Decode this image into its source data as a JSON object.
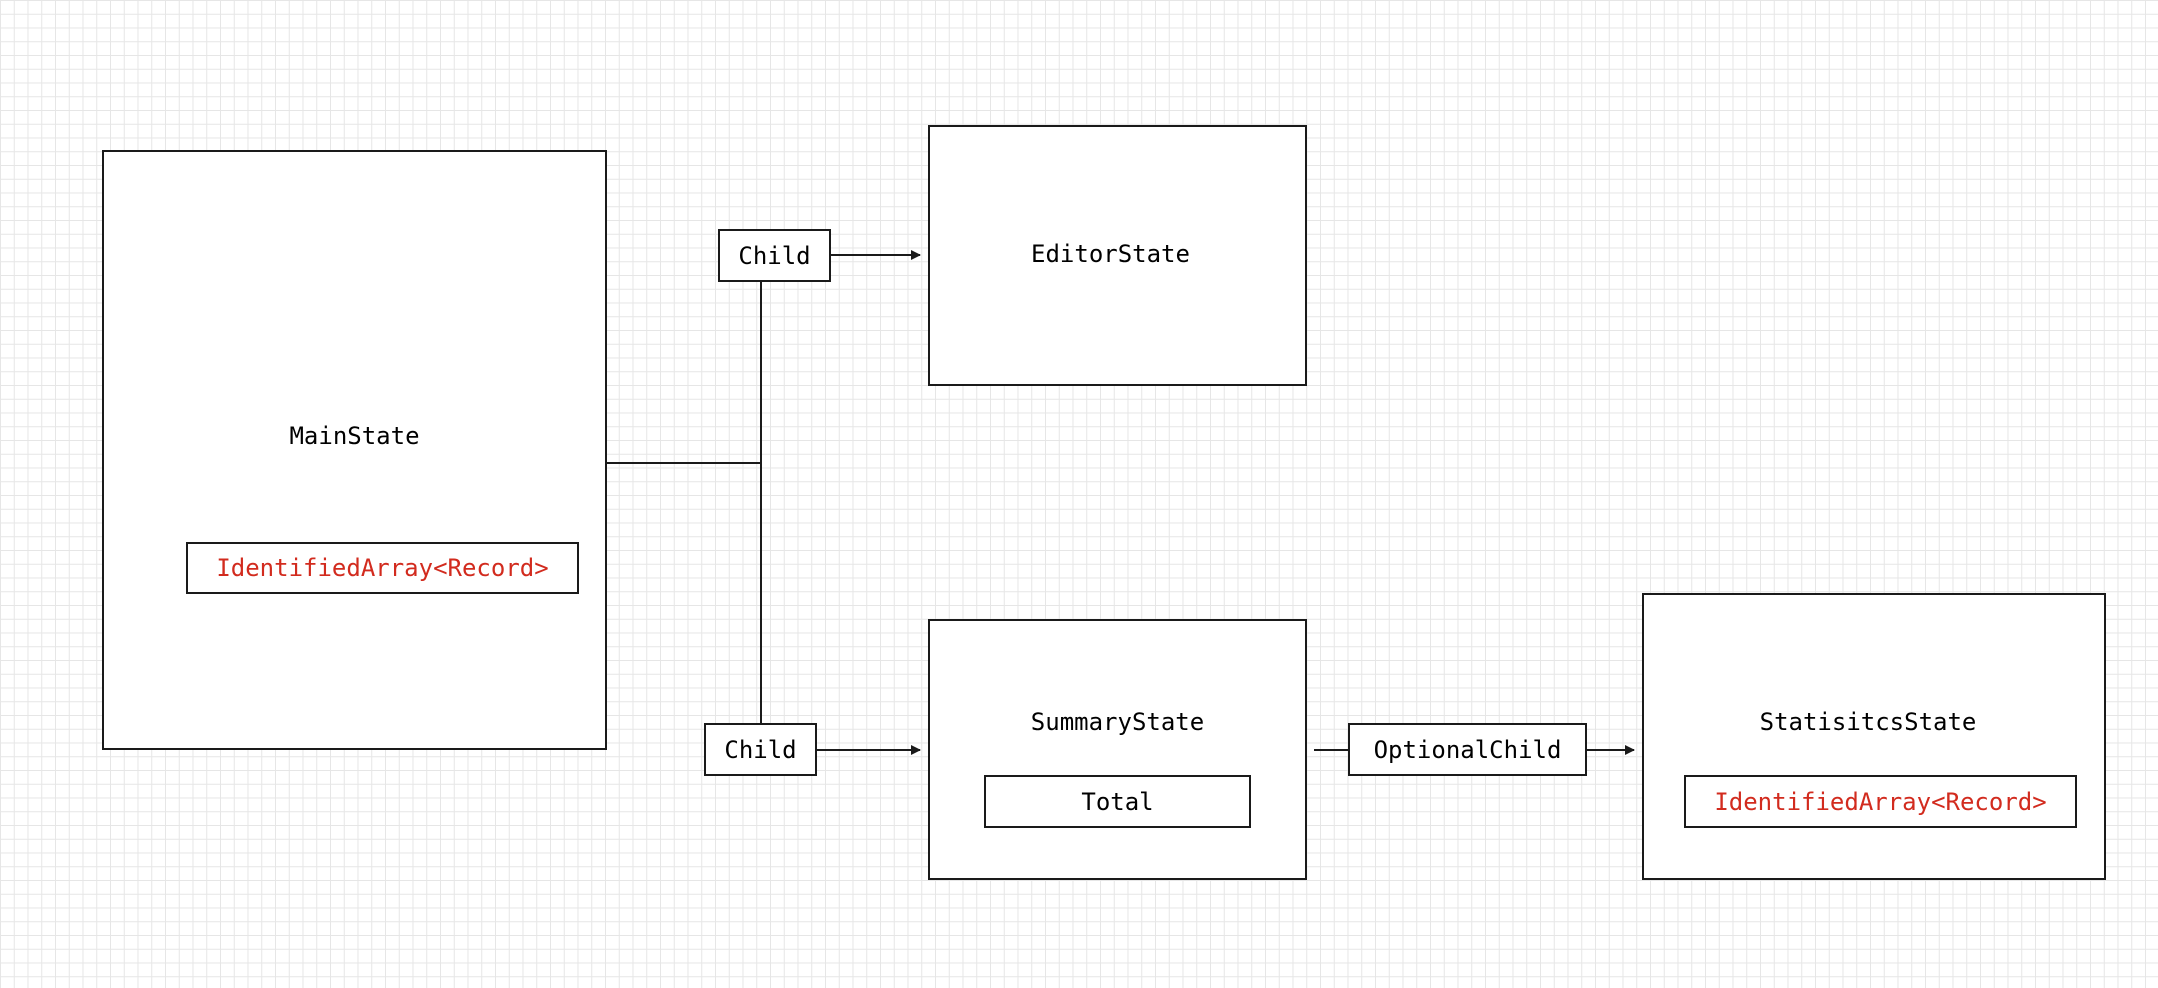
{
  "colors": {
    "stroke": "#1a1a1a",
    "highlight_text": "#d22b1e",
    "grid": "#e6e6e6"
  },
  "nodes": {
    "main_state": {
      "title": "MainState",
      "field": "IdentifiedArray<Record>"
    },
    "editor_state": {
      "title": "EditorState"
    },
    "summary_state": {
      "title": "SummaryState",
      "field": "Total"
    },
    "statistics_state": {
      "title": "StatisitcsState",
      "field": "IdentifiedArray<Record>"
    }
  },
  "edges": {
    "to_editor": "Child",
    "to_summary": "Child",
    "to_statistics": "OptionalChild"
  }
}
